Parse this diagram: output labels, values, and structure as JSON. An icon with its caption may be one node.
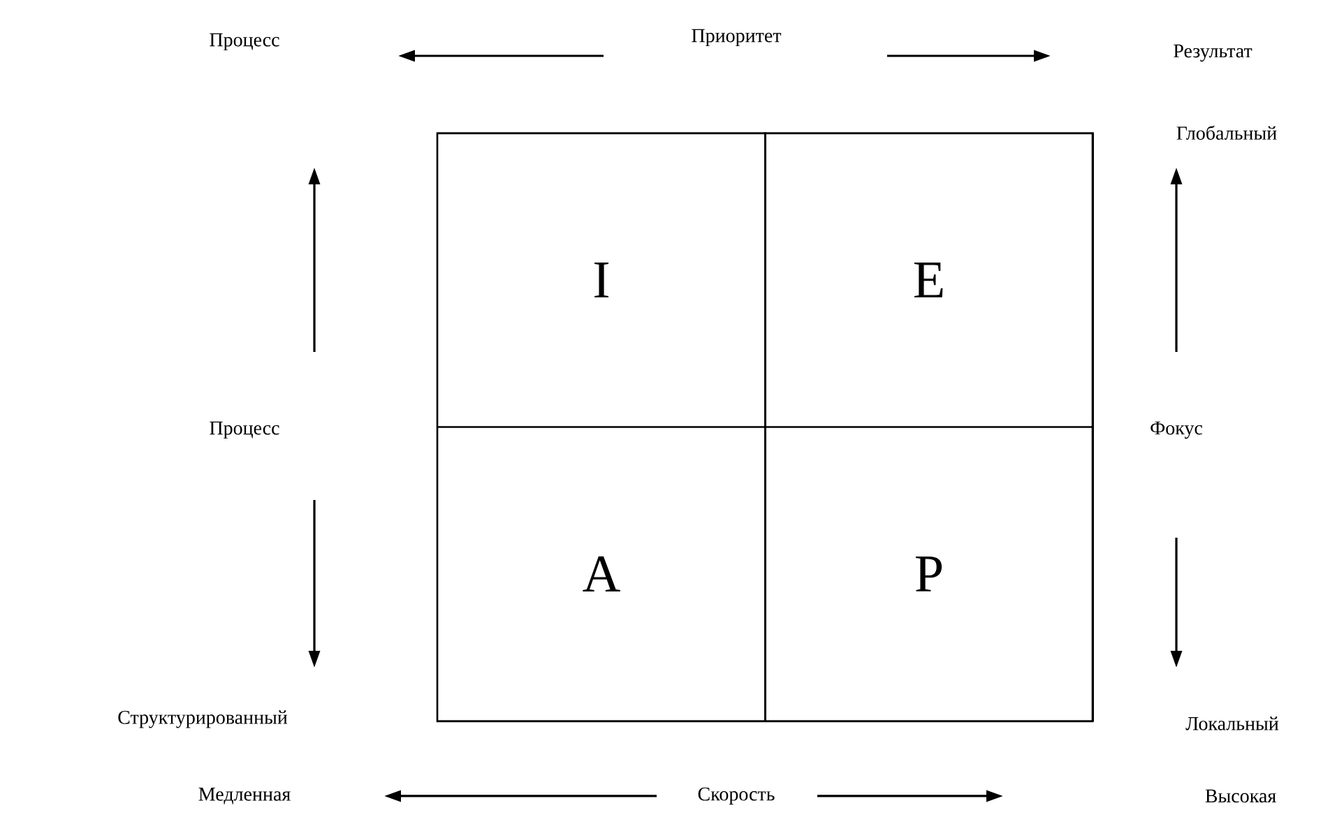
{
  "diagram": {
    "nodes": [
      {
        "text": [],
        "shape": "box"
      },
      {
        "text": [
          "I"
        ],
        "in": 0
      },
      {
        "text": [
          "E"
        ],
        "in": 0
      },
      {
        "text": [
          "A"
        ],
        "in": 0
      },
      {
        "text": [
          "P"
        ],
        "in": 0
      }
    ],
    "labels": [
      "Процесс",
      "Приоритет",
      "Результат",
      "Глобальный",
      "Процесс",
      "Фокус",
      "Структурированный",
      "Локальный",
      "Медленная",
      "Скорость",
      "Высокая"
    ]
  }
}
